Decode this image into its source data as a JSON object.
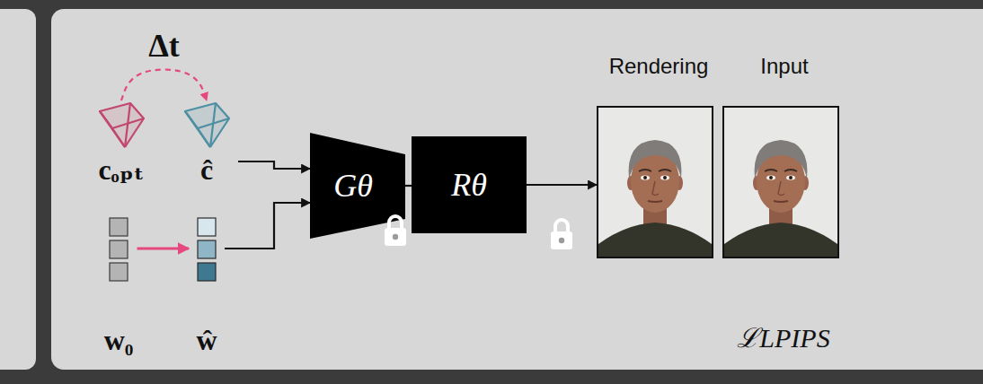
{
  "diagram": {
    "nodes": [
      {
        "text": [
          "cₒₚₜ"
        ]
      },
      {
        "text": [
          "ĉ"
        ]
      },
      {
        "text": [
          "w₀"
        ]
      },
      {
        "text": [
          "ŵ"
        ]
      },
      {
        "text": [
          "Gθ"
        ]
      },
      {
        "text": [
          "Rθ"
        ]
      },
      {
        "text": [
          "Rendering"
        ]
      },
      {
        "text": [
          "Input"
        ]
      }
    ],
    "edges": [
      {
        "from": 0,
        "to": 1,
        "arrow": "to",
        "label": "Δt"
      },
      {
        "from": 1,
        "to": 4,
        "arrow": "to"
      },
      {
        "from": 2,
        "to": 3,
        "arrow": "to"
      },
      {
        "from": 3,
        "to": 4,
        "arrow": "to"
      },
      {
        "from": 4,
        "to": 5,
        "arrow": "none"
      },
      {
        "from": 5,
        "to": 6,
        "arrow": "to"
      }
    ],
    "labels": [
      "ℒLPIPS"
    ]
  }
}
